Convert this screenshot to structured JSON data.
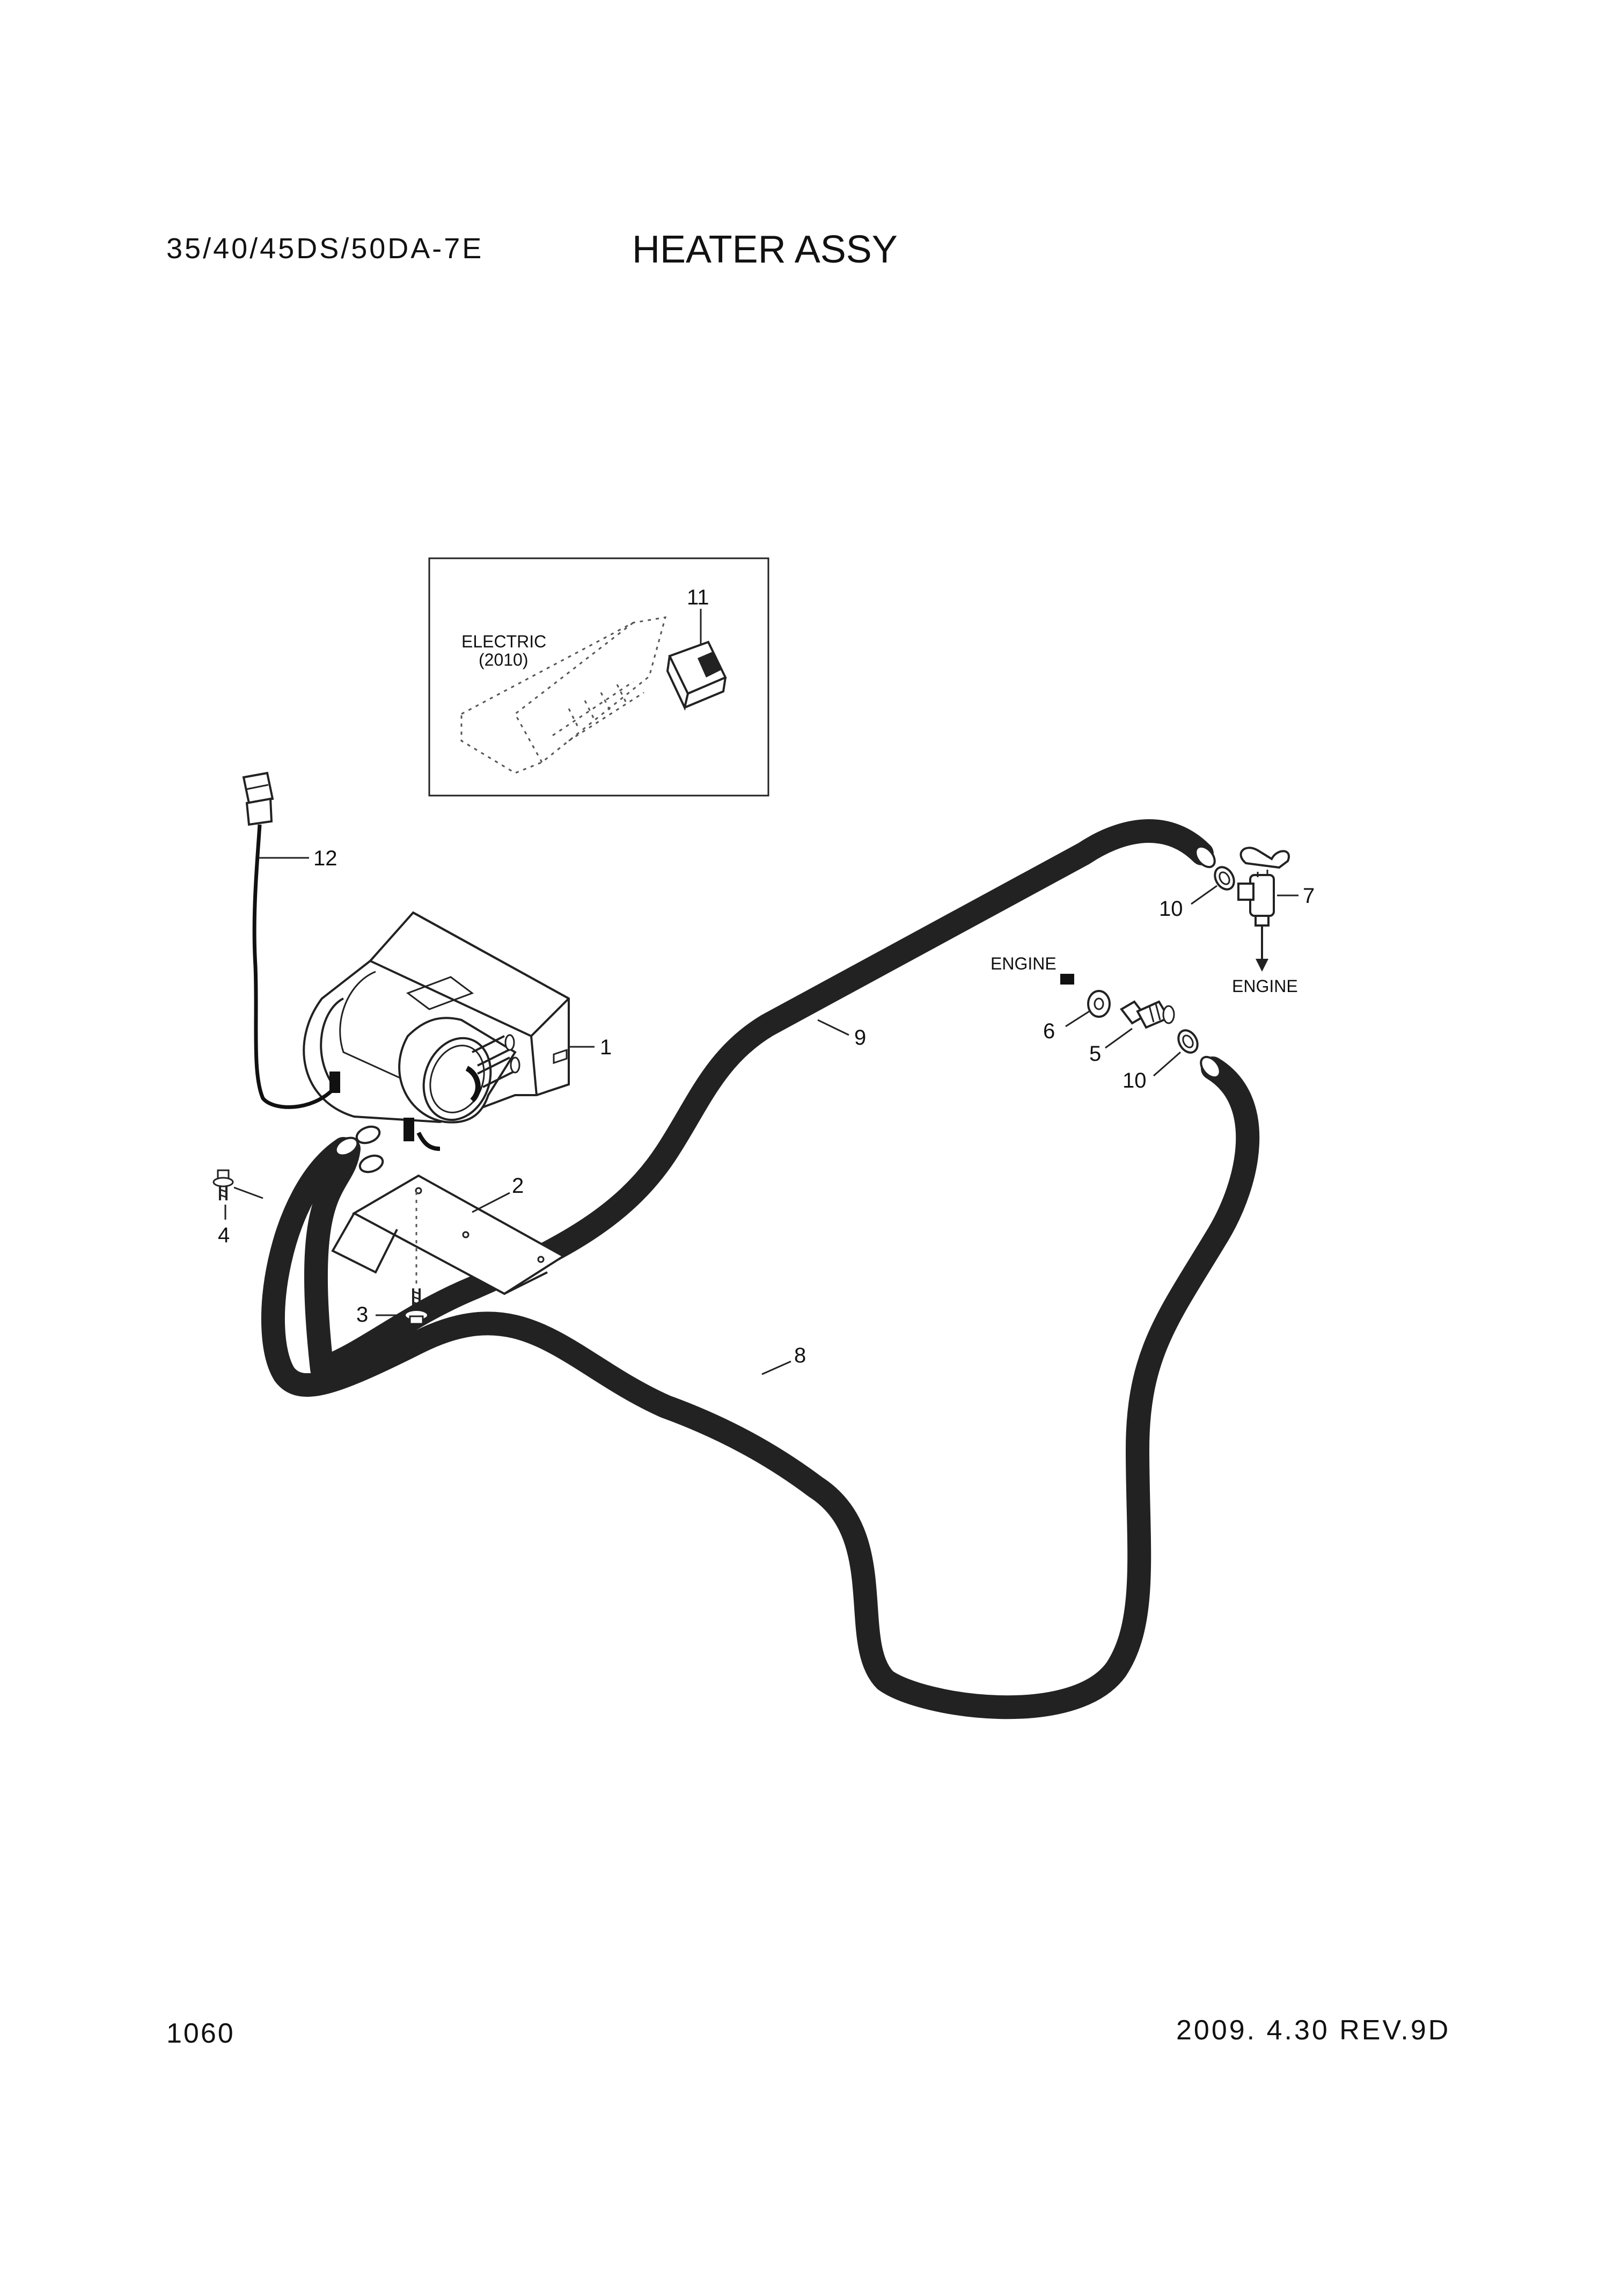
{
  "header": {
    "model": "35/40/45DS/50DA-7E",
    "title": "HEATER ASSY"
  },
  "footer": {
    "page_number": "1060",
    "revision": "2009. 4.30 REV.9D"
  },
  "inset": {
    "label_line1": "ELECTRIC",
    "label_line2": "(2010)"
  },
  "annotations": {
    "engine_left": "ENGINE",
    "engine_right": "ENGINE"
  },
  "callouts": {
    "p1": "1",
    "p2": "2",
    "p3": "3",
    "p4": "4",
    "p5": "5",
    "p6": "6",
    "p7": "7",
    "p8": "8",
    "p9": "9",
    "p10a": "10",
    "p10b": "10",
    "p11": "11",
    "p12": "12"
  }
}
